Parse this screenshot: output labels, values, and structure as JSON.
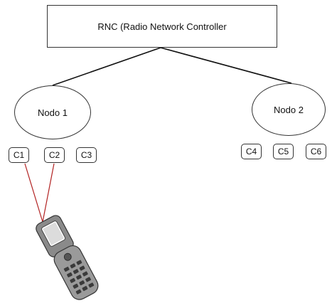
{
  "rnc": {
    "label": "RNC (Radio Network Controller"
  },
  "nodes": [
    {
      "label": "Nodo 1",
      "cells": [
        "C1",
        "C2",
        "C3"
      ]
    },
    {
      "label": "Nodo 2",
      "cells": [
        "C4",
        "C5",
        "C6"
      ]
    }
  ],
  "colors": {
    "backhaul_line": "#111111",
    "radio_link": "#b22222"
  },
  "phone": {
    "icon": "mobile-phone-icon",
    "connected_cells": [
      "C1",
      "C2"
    ]
  }
}
